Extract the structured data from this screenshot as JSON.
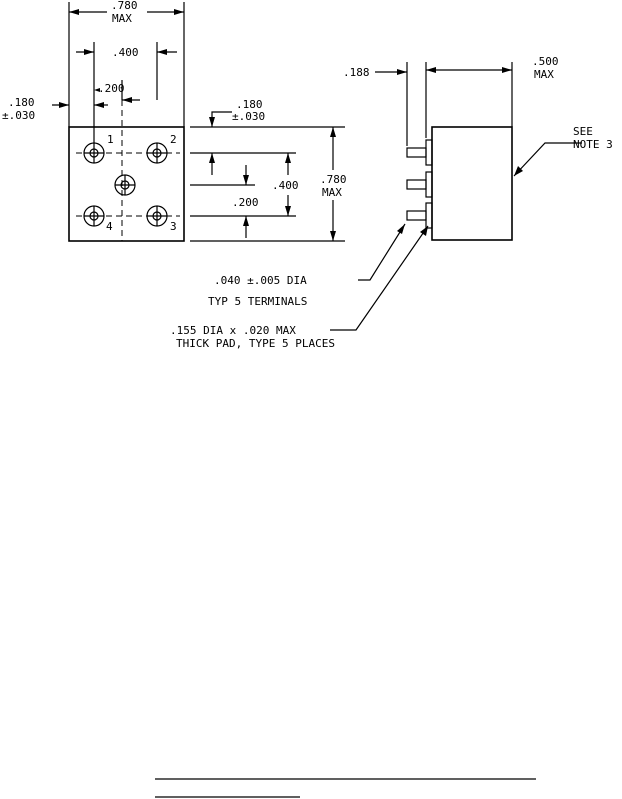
{
  "top_view": {
    "width_label": ".780",
    "width_max": "MAX",
    "pin_spacing_label": ".400",
    "center_offset_label": ".200",
    "edge_offset_label": ".180",
    "edge_offset_tol": "±.030",
    "pins": [
      "1",
      "2",
      "3",
      "4"
    ]
  },
  "vertical_dims": {
    "top_offset_label": ".180",
    "top_offset_tol": "±.030",
    "spacing_label": ".400",
    "half_label": ".200",
    "height_label": ".780",
    "height_max": "MAX"
  },
  "side_view": {
    "pad_width_label": ".188",
    "depth_label": ".500",
    "depth_max": "MAX",
    "note_line1": "SEE",
    "note_line2": "NOTE 3"
  },
  "callouts": {
    "terminal_dia": ".040 ±.005 DIA",
    "terminal_count": "TYP 5 TERMINALS",
    "pad_line1": ".155 DIA x .020 MAX",
    "pad_line2": "THICK PAD, TYPE 5 PLACES"
  }
}
